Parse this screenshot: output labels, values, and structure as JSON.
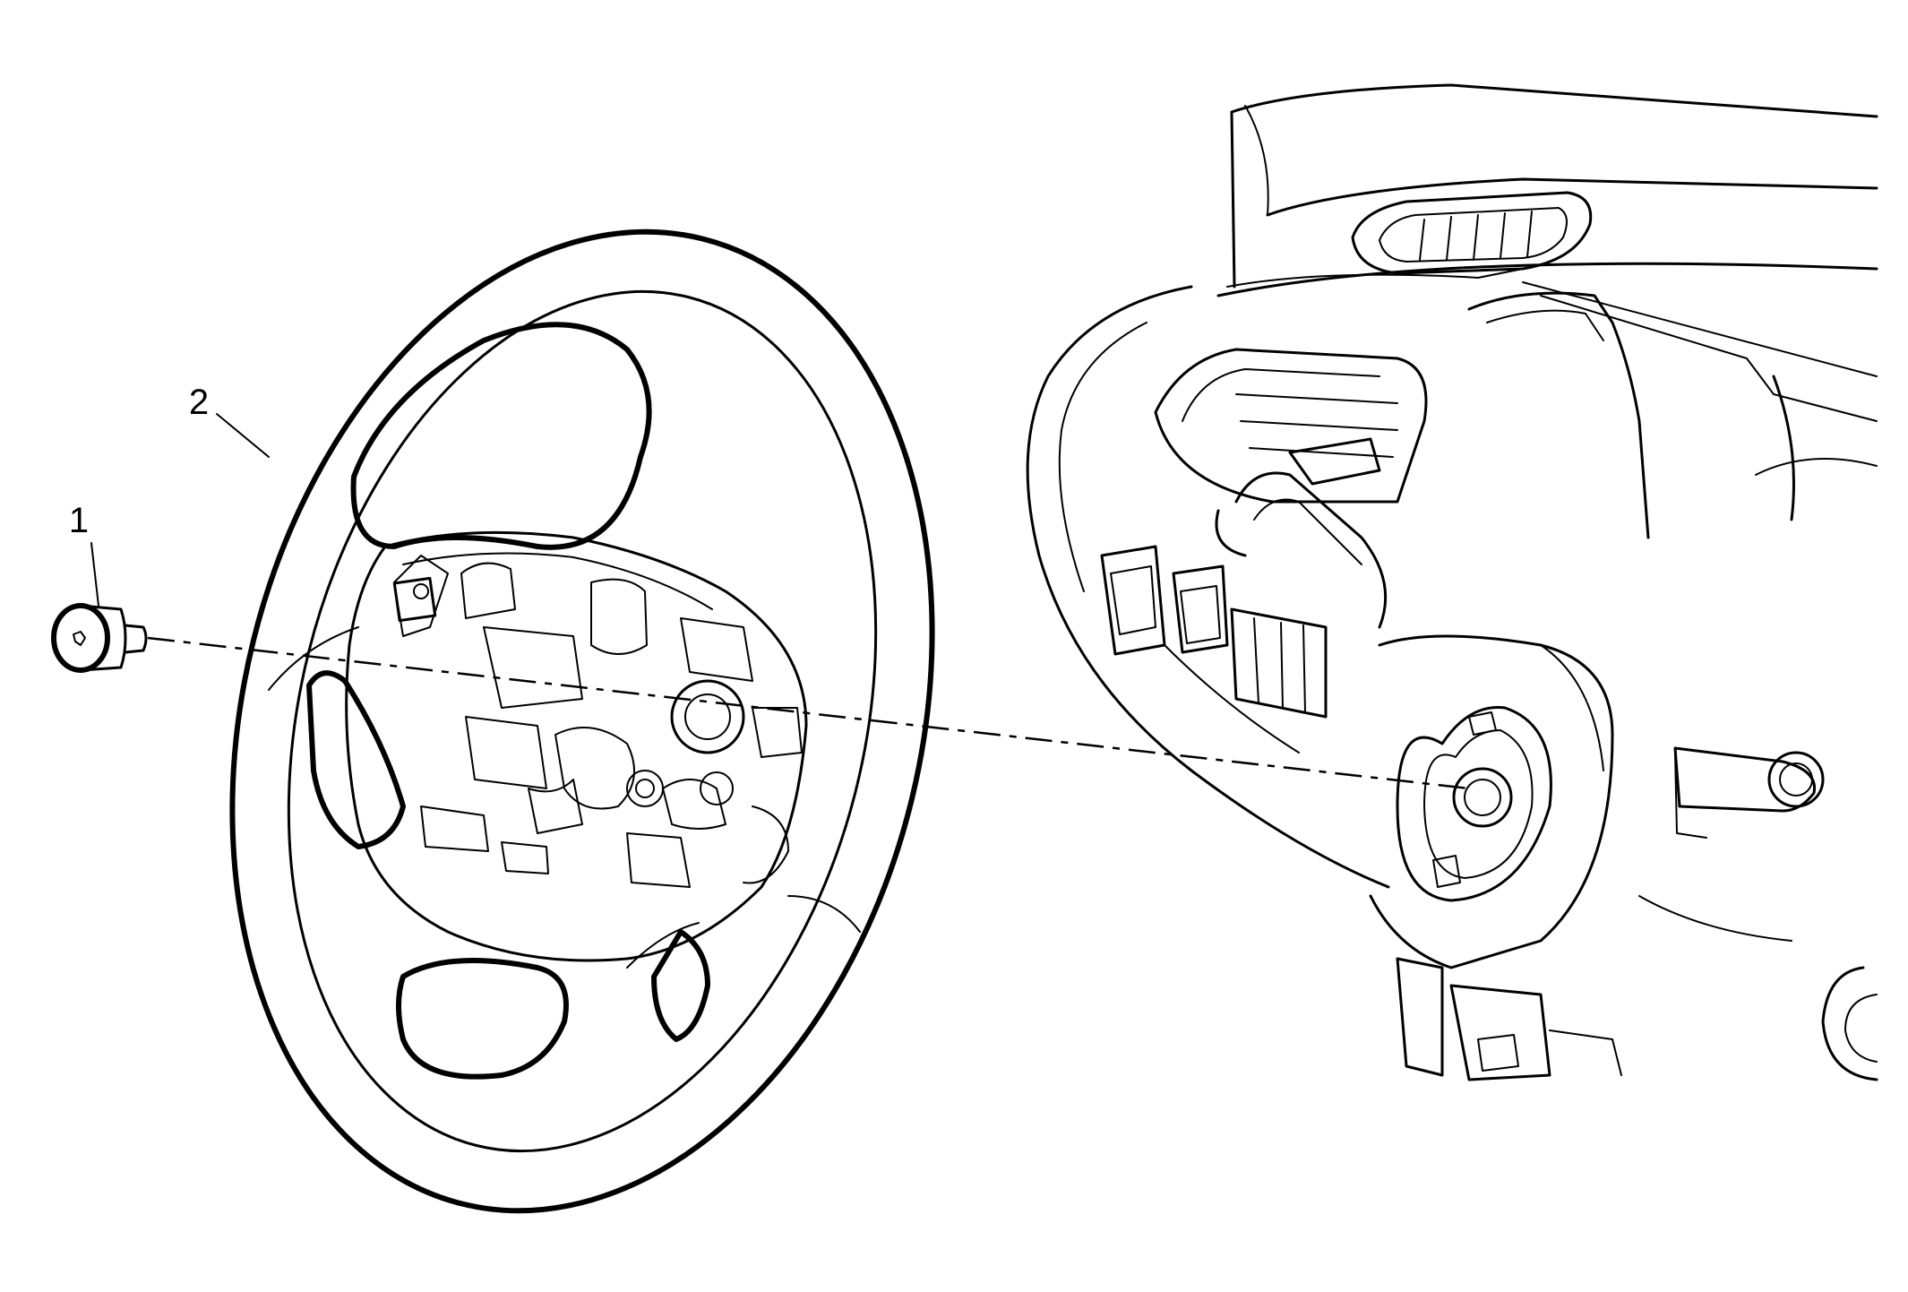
{
  "diagram": {
    "callouts": [
      {
        "id": "1"
      },
      {
        "id": "2"
      }
    ],
    "parts": {
      "bolt": "steering-wheel-bolt",
      "wheel": "steering-wheel",
      "dashboard": "instrument-panel-and-steering-column"
    }
  }
}
